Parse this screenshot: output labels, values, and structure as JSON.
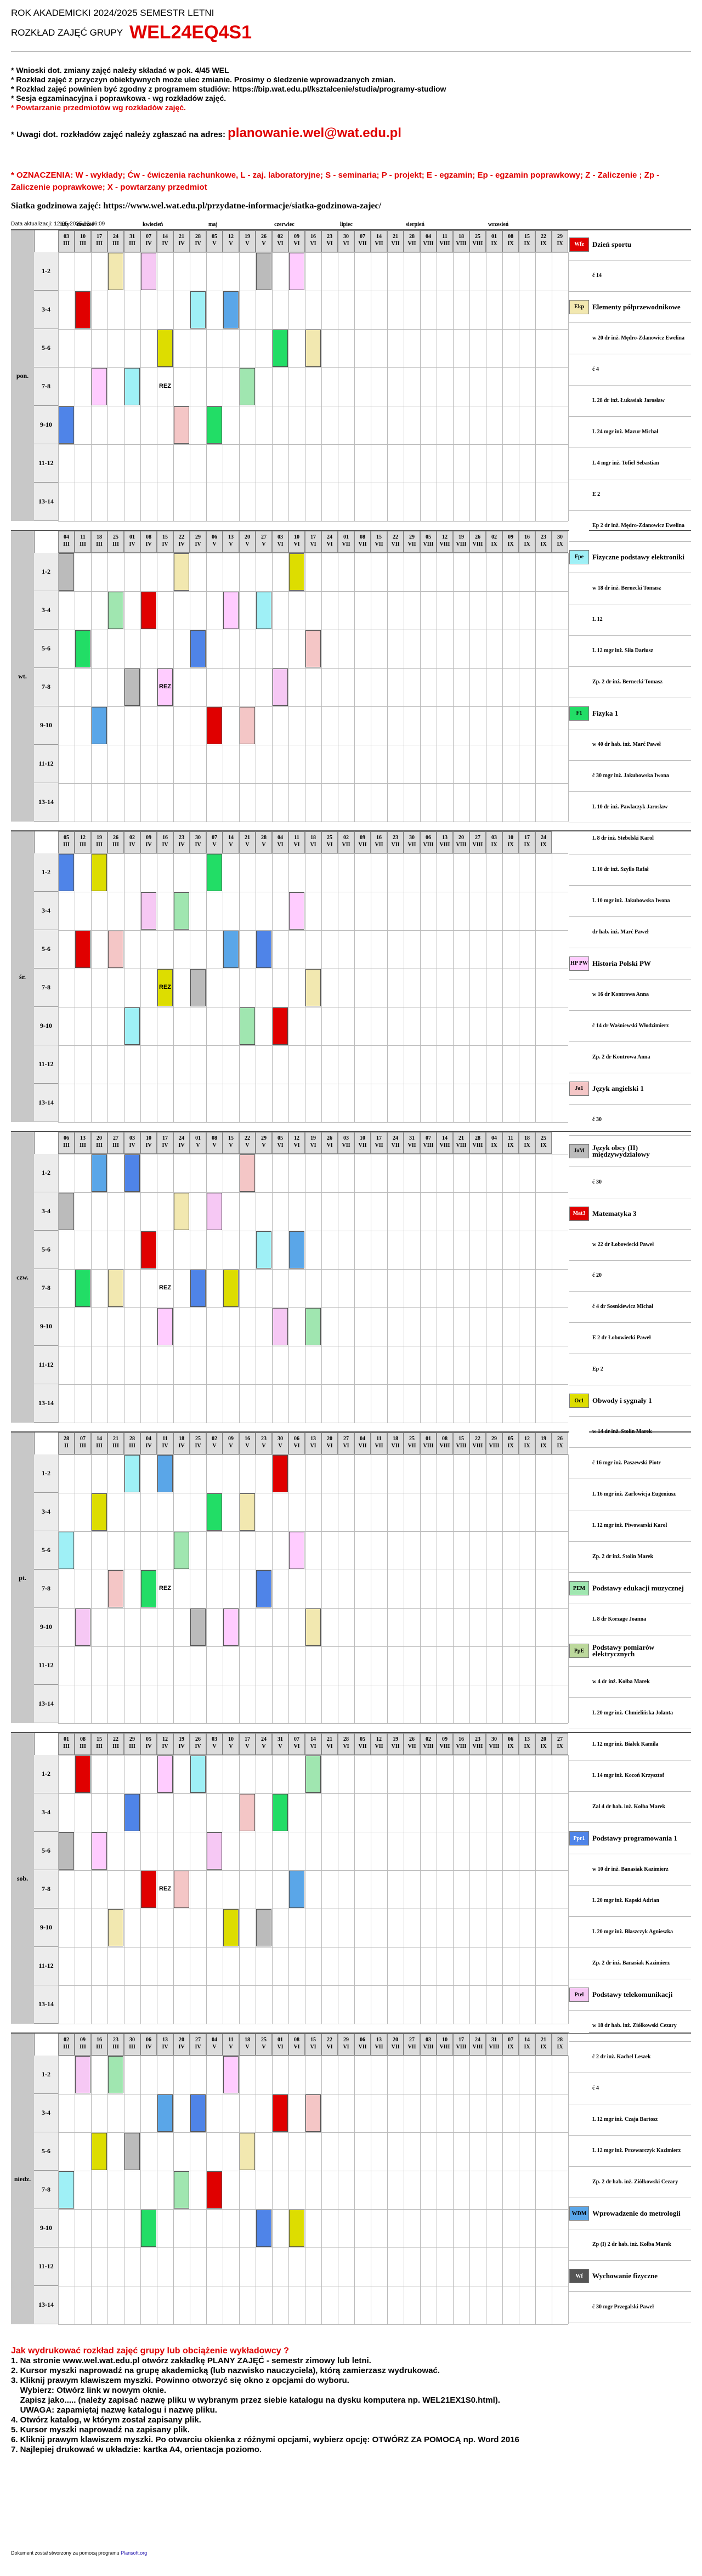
{
  "header": {
    "line1": "ROK AKADEMICKI 2024/2025   SEMESTR LETNI",
    "line2": "ROZKŁAD ZAJĘĆ GRUPY",
    "group": "WEL24EQ4S1"
  },
  "notes": {
    "n1": "* Wnioski dot. zmiany zajęć należy składać w pok. 4/45 WEL",
    "n2": "* Rozkład zajęć z przyczyn obiektywnych może ulec zmianie. Prosimy o śledzenie wprowadzanych zmian.",
    "n3": "* Rozkład zajęć powinien być zgodny z programem studiów: https://bip.wat.edu.pl/kształcenie/studia/programy-studiow",
    "n4": "* Sesja egzaminacyjna i poprawkowa - wg rozkładów zajęć.",
    "n5": "* Powtarzanie przedmiotów wg rozkładów zajęć.",
    "contact_prefix": "* Uwagi dot. rozkładów zajęć należy zgłaszać na adres:",
    "contact_mail": "planowanie.wel@wat.edu.pl",
    "legend": "* OZNACZENIA: W - wykłady; Ćw - ćwiczenia rachunkowe, L - zaj. laboratoryjne; S - seminaria; P - projekt; E - egzamin; Ep - egzamin poprawkowy; Z - Zaliczenie ; Zp - Zaliczenie poprawkowe; X - powtarzany przedmiot",
    "grid_link": "Siatka godzinowa zajęć: https://www.wel.wat.edu.pl/przydatne-informacje/siatka-godzinowa-zajec/",
    "updated": "Data aktualizacji: 12-05-2025 13:46:09"
  },
  "months": [
    "luty",
    "marzec",
    "kwiecień",
    "maj",
    "czerwiec",
    "lipiec",
    "sierpień",
    "wrzesień"
  ],
  "hours": [
    "1-2",
    "3-4",
    "5-6",
    "7-8",
    "9-10",
    "11-12",
    "13-14"
  ],
  "days": [
    {
      "name": "pon.",
      "dates": [
        "03 III",
        "10 III",
        "17 III",
        "24 III",
        "31 III",
        "07 IV",
        "14 IV",
        "21 IV",
        "28 IV",
        "05 V",
        "12 V",
        "19 V",
        "26 V",
        "02 VI",
        "09 VI",
        "16 VI",
        "23 VI",
        "30 VI",
        "07 VII",
        "14 VII",
        "21 VII",
        "28 VII",
        "04 VIII",
        "11 VIII",
        "18 VIII",
        "25 VIII",
        "01 IX",
        "08 IX",
        "15 IX",
        "22 IX",
        "29 IX"
      ]
    },
    {
      "name": "wt.",
      "dates": [
        "04 III",
        "11 III",
        "18 III",
        "25 III",
        "01 IV",
        "08 IV",
        "15 IV",
        "22 IV",
        "29 IV",
        "06 V",
        "13 V",
        "20 V",
        "27 V",
        "03 VI",
        "10 VI",
        "17 VI",
        "24 VI",
        "01 VII",
        "08 VII",
        "15 VII",
        "22 VII",
        "29 VII",
        "05 VIII",
        "12 VIII",
        "19 VIII",
        "26 VIII",
        "02 IX",
        "09 IX",
        "16 IX",
        "23 IX",
        "30 IX"
      ]
    },
    {
      "name": "śr.",
      "dates": [
        "05 III",
        "12 III",
        "19 III",
        "26 III",
        "02 IV",
        "09 IV",
        "16 IV",
        "23 IV",
        "30 IV",
        "07 V",
        "14 V",
        "21 V",
        "28 V",
        "04 VI",
        "11 VI",
        "18 VI",
        "25 VI",
        "02 VII",
        "09 VII",
        "16 VII",
        "23 VII",
        "30 VII",
        "06 VIII",
        "13 VIII",
        "20 VIII",
        "27 VIII",
        "03 IX",
        "10 IX",
        "17 IX",
        "24 IX"
      ]
    },
    {
      "name": "czw.",
      "dates": [
        "06 III",
        "13 III",
        "20 III",
        "27 III",
        "03 IV",
        "10 IV",
        "17 IV",
        "24 IV",
        "01 V",
        "08 V",
        "15 V",
        "22 V",
        "29 V",
        "05 VI",
        "12 VI",
        "19 VI",
        "26 VI",
        "03 VII",
        "10 VII",
        "17 VII",
        "24 VII",
        "31 VII",
        "07 VIII",
        "14 VIII",
        "21 VIII",
        "28 VIII",
        "04 IX",
        "11 IX",
        "18 IX",
        "25 IX"
      ]
    },
    {
      "name": "pt.",
      "dates": [
        "28 II",
        "07 III",
        "14 III",
        "21 III",
        "28 III",
        "04 IV",
        "11 IV",
        "18 IV",
        "25 IV",
        "02 V",
        "09 V",
        "16 V",
        "23 V",
        "30 V",
        "06 VI",
        "13 VI",
        "20 VI",
        "27 VI",
        "04 VII",
        "11 VII",
        "18 VII",
        "25 VII",
        "01 VIII",
        "08 VIII",
        "15 VIII",
        "22 VIII",
        "29 VIII",
        "05 IX",
        "12 IX",
        "19 IX",
        "26 IX"
      ]
    },
    {
      "name": "sob.",
      "dates": [
        "01 III",
        "08 III",
        "15 III",
        "22 III",
        "29 III",
        "05 IV",
        "12 IV",
        "19 IV",
        "26 IV",
        "03 V",
        "10 V",
        "17 V",
        "24 V",
        "31 V",
        "07 VI",
        "14 VI",
        "21 VI",
        "28 VI",
        "05 VII",
        "12 VII",
        "19 VII",
        "26 VII",
        "02 VIII",
        "09 VIII",
        "16 VIII",
        "23 VIII",
        "30 VIII",
        "06 IX",
        "13 IX",
        "20 IX",
        "27 IX"
      ]
    },
    {
      "name": "niedz.",
      "dates": [
        "02 III",
        "09 III",
        "16 III",
        "23 III",
        "30 III",
        "06 IV",
        "13 IV",
        "20 IV",
        "27 IV",
        "04 V",
        "11 V",
        "18 V",
        "25 V",
        "01 VI",
        "08 VI",
        "15 VI",
        "22 VI",
        "29 VI",
        "06 VII",
        "13 VII",
        "20 VII",
        "27 VII",
        "03 VIII",
        "10 VIII",
        "17 VIII",
        "24 VIII",
        "31 VIII",
        "07 IX",
        "14 IX",
        "21 IX",
        "28 IX"
      ]
    }
  ],
  "rez": "REZ",
  "side": [
    {
      "tag": "Wfz",
      "color": "#e00000",
      "text": "Dzień sportu",
      "subject": true
    },
    {
      "tag": "",
      "color": "#ffffff",
      "text": "ć 14"
    },
    {
      "tag": "Ekp",
      "color": "#f2e8b0",
      "text": "Elementy półprzewodnikowe",
      "subject": true
    },
    {
      "tag": "",
      "color": "#ffffff",
      "text": "w 20   dr inż. Mędro-Zdanowicz Ewelina"
    },
    {
      "tag": "",
      "color": "#ffffff",
      "text": "ć 4"
    },
    {
      "tag": "",
      "color": "#ffffff",
      "text": "L 28   dr inż. Łukasiak Jarosław"
    },
    {
      "tag": "",
      "color": "#ffffff",
      "text": "L 24   mgr inż. Mazur Michał"
    },
    {
      "tag": "",
      "color": "#ffffff",
      "text": "L 4   mgr inż. Tofiel Sebastian"
    },
    {
      "tag": "",
      "color": "#ffffff",
      "text": "E 2"
    },
    {
      "tag": "",
      "color": "#ffffff",
      "text": "Ep 2   dr inż. Mędro-Zdanowicz Ewelina"
    },
    {
      "tag": "Fpe",
      "color": "#9ff0f6",
      "text": "Fizyczne podstawy elektroniki",
      "subject": true
    },
    {
      "tag": "",
      "color": "#ffffff",
      "text": "w 18   dr inż. Bernecki Tomasz"
    },
    {
      "tag": "",
      "color": "#ffffff",
      "text": "L 12"
    },
    {
      "tag": "",
      "color": "#ffffff",
      "text": "L 12   mgr inż. Siła Dariusz"
    },
    {
      "tag": "",
      "color": "#ffffff",
      "text": "Zp. 2   dr inż. Bernecki Tomasz"
    },
    {
      "tag": "F1",
      "color": "#22dd66",
      "text": "Fizyka 1",
      "subject": true
    },
    {
      "tag": "",
      "color": "#ffffff",
      "text": "w 40   dr hab. inż. Marć Paweł"
    },
    {
      "tag": "",
      "color": "#ffffff",
      "text": "ć 30   mgr inż. Jakubowska Iwona"
    },
    {
      "tag": "",
      "color": "#ffffff",
      "text": "L 10   dr inż. Pawlaczyk Jarosław"
    },
    {
      "tag": "",
      "color": "#ffffff",
      "text": "L 8   dr inż. Stebelski Karol"
    },
    {
      "tag": "",
      "color": "#ffffff",
      "text": "L 10   dr inż. Szyllo Rafał"
    },
    {
      "tag": "",
      "color": "#ffffff",
      "text": "L 10   mgr inż. Jakubowska Iwona"
    },
    {
      "tag": "",
      "color": "#ffffff",
      "text": "dr hab. inż. Marć Paweł"
    },
    {
      "tag": "HP PW",
      "color": "#ffccff",
      "text": "Historia Polski PW",
      "subject": true
    },
    {
      "tag": "",
      "color": "#ffffff",
      "text": "w 16   dr Kontrowa Anna"
    },
    {
      "tag": "",
      "color": "#ffffff",
      "text": "ć 14   dr Waśniewski Włodzimierz"
    },
    {
      "tag": "",
      "color": "#ffffff",
      "text": "Zp. 2   dr Kontrowa Anna"
    },
    {
      "tag": "Ja1",
      "color": "#f4c6c6",
      "text": "Język angielski 1",
      "subject": true
    },
    {
      "tag": "",
      "color": "#ffffff",
      "text": "ć 30"
    },
    {
      "tag": "JoM",
      "color": "#bbbbbb",
      "text": "Język obcy (II) międzywydziałowy",
      "subject": true
    },
    {
      "tag": "",
      "color": "#ffffff",
      "text": "ć 30"
    },
    {
      "tag": "Mat3",
      "color": "#e00000",
      "text": "Matematyka 3",
      "subject": true
    },
    {
      "tag": "",
      "color": "#ffffff",
      "text": "w 22   dr Łobowiecki Paweł"
    },
    {
      "tag": "",
      "color": "#ffffff",
      "text": "ć 20"
    },
    {
      "tag": "",
      "color": "#ffffff",
      "text": "ć 4   dr Sosnkiewicz Michał"
    },
    {
      "tag": "",
      "color": "#ffffff",
      "text": "E 2   dr Łobowiecki Paweł"
    },
    {
      "tag": "",
      "color": "#ffffff",
      "text": "Ep 2"
    },
    {
      "tag": "Oc1",
      "color": "#dddd00",
      "text": "Obwody i sygnały 1",
      "subject": true
    },
    {
      "tag": "",
      "color": "#ffffff",
      "text": "w 14   dr inż. Stolin Marek"
    },
    {
      "tag": "",
      "color": "#ffffff",
      "text": "ć 16   mgr inż. Paszewski Piotr"
    },
    {
      "tag": "",
      "color": "#ffffff",
      "text": "L 16   mgr inż. Zarlowicja Eugeniusz"
    },
    {
      "tag": "",
      "color": "#ffffff",
      "text": "L 12   mgr inż. Piwowarski Karol"
    },
    {
      "tag": "",
      "color": "#ffffff",
      "text": "Zp. 2   dr inż. Stolin Marek"
    },
    {
      "tag": "PEM",
      "color": "#a0e6b0",
      "text": "Podstawy edukacji muzycznej",
      "subject": true
    },
    {
      "tag": "",
      "color": "#ffffff",
      "text": "L 8   dr Korzage Joanna"
    },
    {
      "tag": "PpE",
      "color": "#bcd89c",
      "text": "Podstawy pomiarów elektrycznych",
      "subject": true
    },
    {
      "tag": "",
      "color": "#ffffff",
      "text": "w 4   dr inż. Kołba Marek"
    },
    {
      "tag": "",
      "color": "#ffffff",
      "text": "L 20   mgr inż. Chmielińska Jolanta"
    },
    {
      "tag": "",
      "color": "#ffffff",
      "text": "L 12   mgr inż. Białek Kamila"
    },
    {
      "tag": "",
      "color": "#ffffff",
      "text": "L 14   mgr inż. Kocoń Krzysztof"
    },
    {
      "tag": "",
      "color": "#ffffff",
      "text": "Zal 4   dr hab. inż. Kołba Marek"
    },
    {
      "tag": "Ppr1",
      "color": "#4f84e8",
      "text": "Podstawy programowania 1",
      "subject": true
    },
    {
      "tag": "",
      "color": "#ffffff",
      "text": "w 10   dr inż. Banasiak Kazimierz"
    },
    {
      "tag": "",
      "color": "#ffffff",
      "text": "L 20   mgr inż. Kapski Adrian"
    },
    {
      "tag": "",
      "color": "#ffffff",
      "text": "L 20   mgr inż. Błaszczyk Agnieszka"
    },
    {
      "tag": "",
      "color": "#ffffff",
      "text": "Zp. 2   dr inż. Banasiak Kazimierz"
    },
    {
      "tag": "Ptel",
      "color": "#f6c8f4",
      "text": "Podstawy telekomunikacji",
      "subject": true
    },
    {
      "tag": "",
      "color": "#ffffff",
      "text": "w 18   dr hab. inż. Ziółkowski Cezary"
    },
    {
      "tag": "",
      "color": "#ffffff",
      "text": "ć 2   dr inż. Kachel Leszek"
    },
    {
      "tag": "",
      "color": "#ffffff",
      "text": "ć 4"
    },
    {
      "tag": "",
      "color": "#ffffff",
      "text": "L 12   mgr inż. Czaja Bartosz"
    },
    {
      "tag": "",
      "color": "#ffffff",
      "text": "L 12   mgr inż. Przewarczyk Kazimierz"
    },
    {
      "tag": "",
      "color": "#ffffff",
      "text": "Zp. 2   dr hab. inż. Ziółkowski Cezary"
    },
    {
      "tag": "WDM",
      "color": "#5aa6e8",
      "text": "Wprowadzenie do metrologii",
      "subject": true
    },
    {
      "tag": "",
      "color": "#ffffff",
      "text": "Zp (I) 2   dr hab. inż. Kołba Marek"
    },
    {
      "tag": "Wf",
      "color": "#555555",
      "text": "Wychowanie fizyczne",
      "subject": true
    },
    {
      "tag": "",
      "color": "#ffffff",
      "text": "ć 30   mgr Przegalski Paweł"
    }
  ],
  "instructions": {
    "title": "Jak wydrukować rozkład zajęć grupy lub obciążenie wykładowcy ?",
    "lines": [
      "1. Na stronie www.wel.wat.edu.pl otwórz zakładkę PLANY ZAJĘĆ - semestr zimowy lub letni.",
      "2. Kursor myszki naprowadź na grupę akademicką (lub nazwisko nauczyciela), którą zamierzasz wydrukować.",
      "3. Kliknij prawym klawiszem myszki. Powinno otworzyć się okno z opcjami do wyboru.",
      "    Wybierz: Otwórz link w nowym oknie.",
      "    Zapisz jako..... (należy zapisać nazwę pliku w wybranym przez siebie katalogu na dysku komputera np. WEL21EX1S0.html).",
      "    UWAGA: zapamiętaj nazwę katalogu i nazwę pliku.",
      "4. Otwórz katalog, w którym został zapisany plik.",
      "5. Kursor myszki naprowadź na zapisany plik.",
      "6. Kliknij prawym klawiszem myszki. Po otwarciu okienka z różnymi opcjami, wybierz opcję: OTWÓRZ ZA POMOCĄ np. Word 2016",
      "7. Najlepiej drukować w układzie: kartka A4, orientacja poziomo."
    ]
  },
  "footer": {
    "prefix": "Dokument został stworzony za pomocą programu",
    "link": "Plansoft.org"
  }
}
